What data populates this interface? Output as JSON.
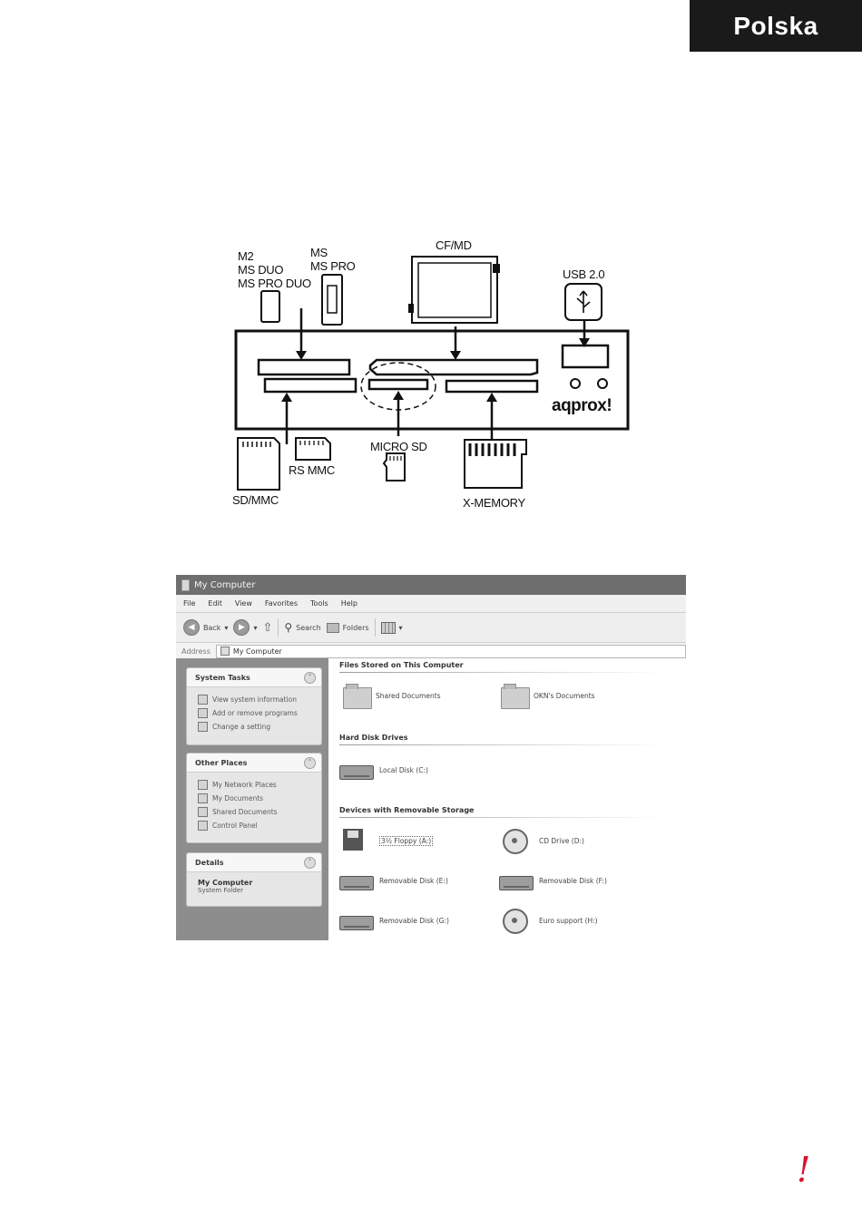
{
  "page": {
    "language_tab": "Polska",
    "footer_mark": "!"
  },
  "diagram": {
    "labels": {
      "m2_group": [
        "M2",
        "MS DUO",
        "MS PRO DUO"
      ],
      "ms_group": [
        "MS",
        "MS PRO"
      ],
      "cf_md": "CF/MD",
      "usb": "USB 2.0",
      "brand": "aqprox!",
      "sd_mmc": "SD/MMC",
      "rs_mmc": "RS MMC",
      "micro_sd": "MICRO SD",
      "x_memory": "X-MEMORY"
    }
  },
  "xp_window": {
    "title": "My Computer",
    "menu": [
      "File",
      "Edit",
      "View",
      "Favorites",
      "Tools",
      "Help"
    ],
    "toolbar": {
      "back": "Back",
      "search": "Search",
      "folders": "Folders"
    },
    "address": {
      "label": "Address",
      "value": "My Computer"
    },
    "panels": {
      "system_tasks": {
        "title": "System Tasks",
        "items": [
          "View system information",
          "Add or remove programs",
          "Change a setting"
        ]
      },
      "other_places": {
        "title": "Other Places",
        "items": [
          "My Network Places",
          "My Documents",
          "Shared Documents",
          "Control Panel"
        ]
      },
      "details": {
        "title": "Details",
        "name": "My Computer",
        "sub": "System Folder"
      }
    },
    "sections": {
      "files": {
        "title": "Files Stored on This Computer",
        "items": [
          "Shared Documents",
          "OKN's Documents"
        ]
      },
      "hdd": {
        "title": "Hard Disk Drives",
        "items": [
          "Local Disk (C:)"
        ]
      },
      "removable": {
        "title": "Devices with Removable Storage",
        "items": [
          "3½ Floppy (A:)",
          "CD Drive (D:)",
          "Removable Disk (E:)",
          "Removable Disk (F:)",
          "Removable Disk (G:)",
          "Euro support (H:)"
        ]
      }
    }
  }
}
